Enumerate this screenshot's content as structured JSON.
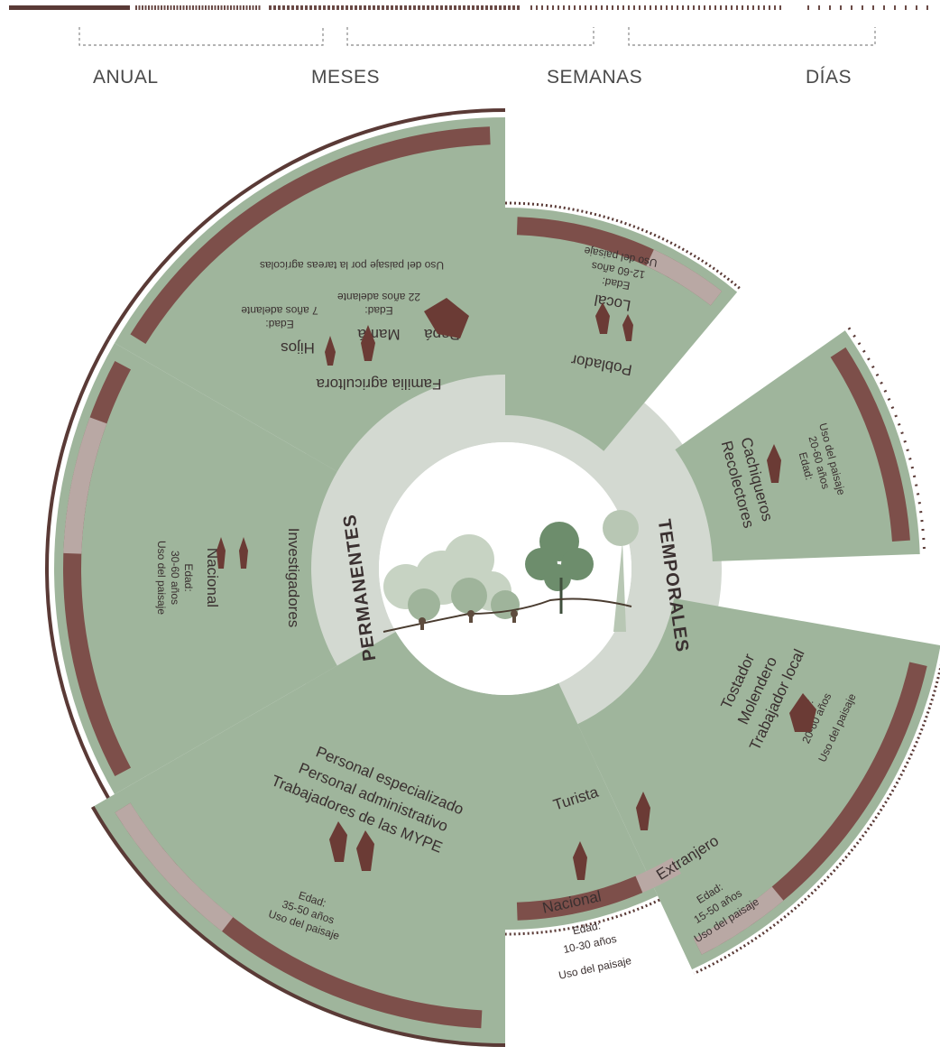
{
  "timeline": {
    "labels": [
      "ANUAL",
      "MESES",
      "SEMANAS",
      "DÍAS"
    ]
  },
  "categories": {
    "permanent": "PERMANENTES",
    "temporary": "TEMPORALES"
  },
  "segments": {
    "familia": {
      "title": "Familia agricultora",
      "papa": "Papá",
      "mama": "Mamá",
      "hijos": "Hijos",
      "edad_adultos": "Edad:",
      "edad_adultos_val": "22 años adelante",
      "edad_hijos": "Edad:",
      "edad_hijos_val": "7 años adelante",
      "uso": "Uso del paisaje por la tareas agrícolas"
    },
    "investigadores": {
      "title": "Investigadores",
      "origin": "Nacional",
      "edad": "Edad:",
      "edad_val": "30-60 años",
      "uso": "Uso del paisaje"
    },
    "personal": {
      "line1": "Personal especializado",
      "line2": "Personal administrativo",
      "line3": "Trabajadores de las MYPE",
      "edad": "Edad:",
      "edad_val": "35-50 años",
      "uso": "Uso del paisaje"
    },
    "poblador": {
      "title": "Poblador",
      "origin": "Local",
      "edad": "Edad:",
      "edad_val": "12-60 años",
      "uso": "Uso del paisaje"
    },
    "recolectores": {
      "line1": "Recolectores",
      "line2": "Cachiqueros",
      "edad": "Edad:",
      "edad_val": "20-60 años",
      "uso": "Uso del paisaje"
    },
    "tostador": {
      "line1": "Tostador",
      "line2": "Molendero",
      "line3": "Trabajador local",
      "edad": "Edad:",
      "edad_val": "20-60 años",
      "uso": "Uso del paisaje"
    },
    "turista": {
      "title": "Turista",
      "nacional": "Nacional",
      "nac_edad": "Edad:",
      "nac_edad_val": "10-30 años",
      "nac_uso": "Uso del paisaje",
      "extranjero": "Extranjero",
      "ext_edad": "Edad:",
      "ext_edad_val": "15-50 años",
      "ext_uso": "Uso del paisaje"
    }
  },
  "colors": {
    "sector": "#9fb59c",
    "sector_dark": "#8aa386",
    "ring": "#d3d9d1",
    "bar_dark": "#7d4f4a",
    "bar_light": "#b9a8a4",
    "rule": "#5a3a36",
    "center_bg": "#ffffff",
    "figure": "#6b3b35"
  },
  "icons": [
    "people-figure-icon",
    "landscape-illustration-icon"
  ]
}
